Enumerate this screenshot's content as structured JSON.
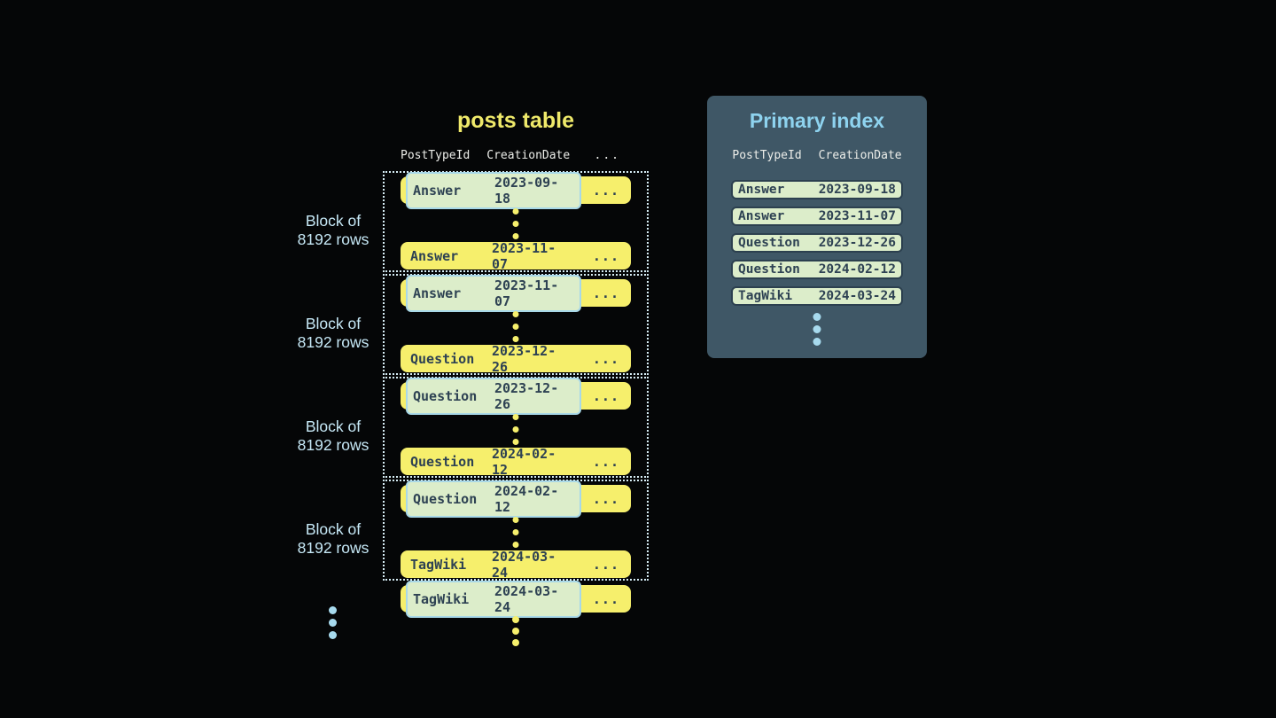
{
  "colors": {
    "background": "#050607",
    "yellow_title": "#efe96a",
    "header_text": "#edeeea",
    "block_border": "#d6ecf4",
    "block_label": "#c6e8f6",
    "row_yellow": "#f6ef6c",
    "row_text_dark": "#2e4253",
    "highlight_bg": "#dcedca",
    "highlight_border": "#a8d8e8",
    "panel_bg": "#3f5766",
    "panel_title": "#8ed3ef",
    "pill_bg": "#dcedca",
    "pill_border": "#2c404f",
    "blue_dot": "#a7daee"
  },
  "posts_table": {
    "title": "posts table",
    "columns": [
      "PostTypeId",
      "CreationDate",
      "..."
    ],
    "row_ellipsis": "...",
    "block_label": {
      "line1": "Block of",
      "line2": "8192 rows"
    },
    "blocks": [
      {
        "first": {
          "type": "Answer",
          "date": "2023-09-18"
        },
        "last": {
          "type": "Answer",
          "date": "2023-11-07"
        }
      },
      {
        "first": {
          "type": "Answer",
          "date": "2023-11-07"
        },
        "last": {
          "type": "Question",
          "date": "2023-12-26"
        }
      },
      {
        "first": {
          "type": "Question",
          "date": "2023-12-26"
        },
        "last": {
          "type": "Question",
          "date": "2024-02-12"
        }
      },
      {
        "first": {
          "type": "Question",
          "date": "2024-02-12"
        },
        "last": {
          "type": "TagWiki",
          "date": "2024-03-24"
        }
      }
    ],
    "overflow_row": {
      "type": "TagWiki",
      "date": "2024-03-24"
    }
  },
  "primary_index": {
    "title": "Primary index",
    "columns": [
      "PostTypeId",
      "CreationDate"
    ],
    "rows": [
      {
        "type": "Answer",
        "date": "2023-09-18"
      },
      {
        "type": "Answer",
        "date": "2023-11-07"
      },
      {
        "type": "Question",
        "date": "2023-12-26"
      },
      {
        "type": "Question",
        "date": "2024-02-12"
      },
      {
        "type": "TagWiki",
        "date": "2024-03-24"
      }
    ]
  }
}
